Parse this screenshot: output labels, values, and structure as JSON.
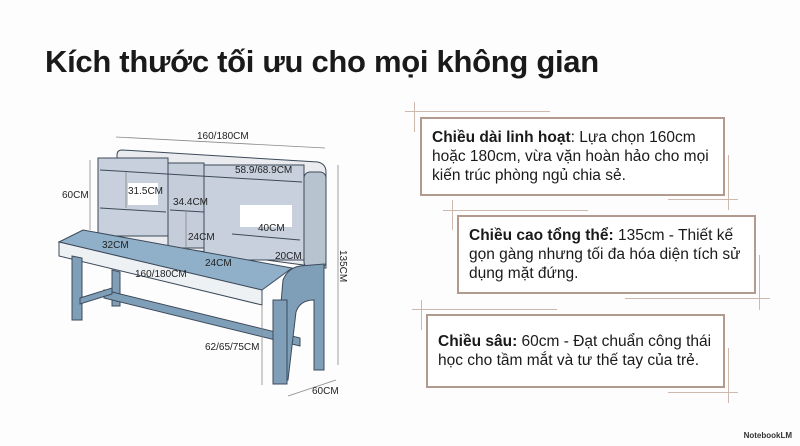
{
  "title": "Kích thước tối ưu cho mọi không gian",
  "diagram_labels": {
    "width_top": "160/180CM",
    "hutch_height": "60CM",
    "shelf_height_left": "31.5CM",
    "shelf_height_mid": "34.4CM",
    "shelf_width_right": "58.9/68.9CM",
    "mid_gap": "24CM",
    "shelf_right": "40CM",
    "left_depth": "32CM",
    "lower_gap": "24CM",
    "right_gap": "20CM",
    "desk_width": "160/180CM",
    "total_height": "135CM",
    "desk_height": "62/65/75CM",
    "depth": "60CM"
  },
  "cards": [
    {
      "bold": "Chiều dài linh hoạt",
      "text": ": Lựa chọn 160cm hoặc 180cm, vừa vặn hoàn hảo cho mọi kiến trúc phòng ngủ chia sẻ."
    },
    {
      "bold": "Chiều cao tổng thể:",
      "text": " 135cm - Thiết kế gọn gàng nhưng tối đa hóa diện tích sử dụng mặt đứng."
    },
    {
      "bold": "Chiều sâu:",
      "text": " 60cm - Đạt chuẩn công thái học cho tầm mắt và tư thế tay của trẻ."
    }
  ],
  "brand": "NotebookLM",
  "colors": {
    "card_border": "#b39a8e",
    "desk_blue": "#7f9fb8",
    "desk_top": "#8fb0c8",
    "panel": "#c7d0dc"
  }
}
